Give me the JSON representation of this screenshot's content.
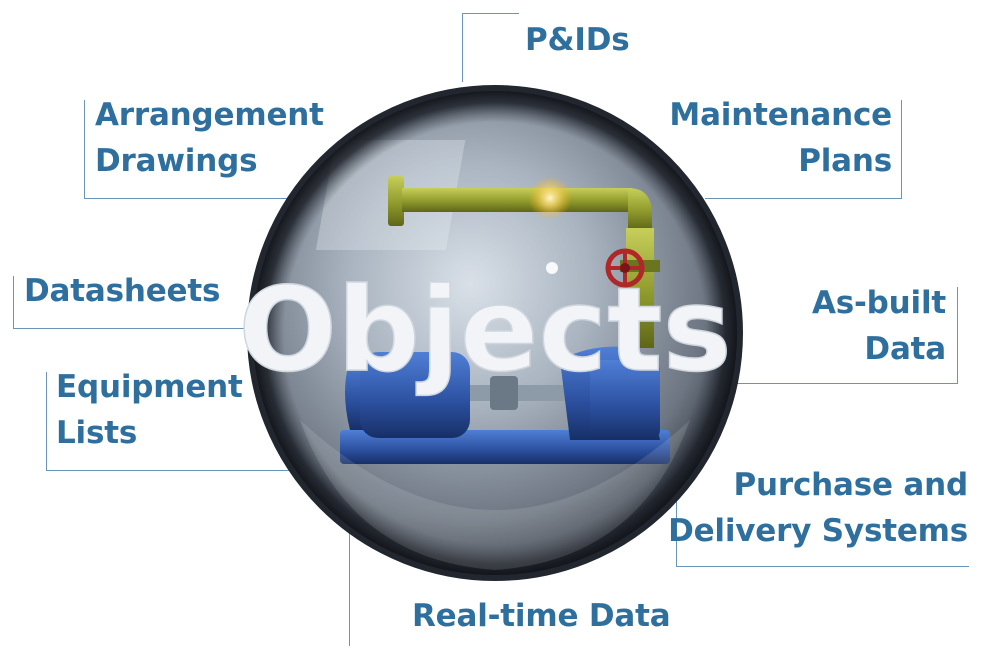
{
  "diagram": {
    "center_word": "Objects",
    "labels": {
      "pids": [
        "P&IDs"
      ],
      "arrangement_drawings": [
        "Arrangement",
        "Drawings"
      ],
      "maintenance_plans": [
        "Maintenance",
        "Plans"
      ],
      "datasheets": [
        "Datasheets"
      ],
      "as_built_data": [
        "As-built",
        "Data"
      ],
      "equipment_lists": [
        "Equipment",
        "Lists"
      ],
      "purchase_delivery": [
        "Purchase and",
        "Delivery Systems"
      ],
      "realtime_data": [
        "Real-time Data"
      ]
    },
    "colors": {
      "label_text": "#2f6f9e",
      "connector": "#6a94b8",
      "sphere_rim": "#2a2f38",
      "sphere_glass": "#9aa6b4",
      "pump_body": "#2b4f9e",
      "pipe": "#9ea83a",
      "valve": "#b0272a"
    }
  }
}
